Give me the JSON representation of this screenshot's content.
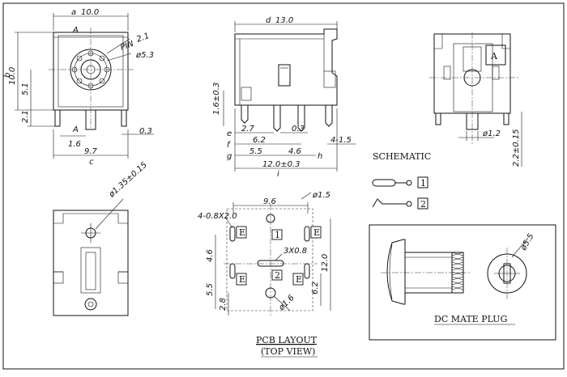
{
  "front_view": {
    "top_width": "10.0",
    "pin_label": "PIN",
    "pin_diameter": "2.1",
    "bore_diameter": "5.3",
    "section_mark": "A",
    "height": "10.0",
    "center_height": "5.1",
    "pin_length": "2.1",
    "pin_thickness": "0.3",
    "pin_offset": "1.6",
    "base_width": "9.7",
    "ref_a": "a",
    "ref_c": "c",
    "ref_b": "b"
  },
  "side_view": {
    "length": "13.0",
    "ref_d": "d",
    "pin_height": "1.6±0.3",
    "dim_27": "2.7",
    "dim_62": "6.2",
    "dim_55": "5.5",
    "dim_03": "0.3",
    "dim_46": "4.6",
    "dim_41_5": "4-1.5",
    "total": "12.0±0.3",
    "ref_e": "e",
    "ref_f": "f",
    "ref_g": "g",
    "ref_h": "h",
    "ref_i": "i"
  },
  "rear_view": {
    "label": "A",
    "pin_dia": "ø1.2",
    "pin_len": "2.2±0.15"
  },
  "bottom_view": {
    "hole": "ø1.35±0.15"
  },
  "pcb_layout": {
    "width": "9.6",
    "hole": "ø1.5",
    "slots": "4-0.8X2.0",
    "slot": "3X0.8",
    "dim_46": "4.6",
    "dim_55": "5.5",
    "dim_28": "2.8",
    "dim_120": "12.0",
    "dim_62": "6.2",
    "dia_16": "ø1.6",
    "pad_e": "E",
    "pad_1": "1",
    "pad_2": "2",
    "title": "PCB LAYOUT",
    "subtitle": "(TOP VIEW)"
  },
  "schematic": {
    "title": "SCHEMATIC",
    "pin1": "1",
    "pin2": "2"
  },
  "plug": {
    "dia": "ø5.5",
    "title": "DC MATE PLUG"
  }
}
